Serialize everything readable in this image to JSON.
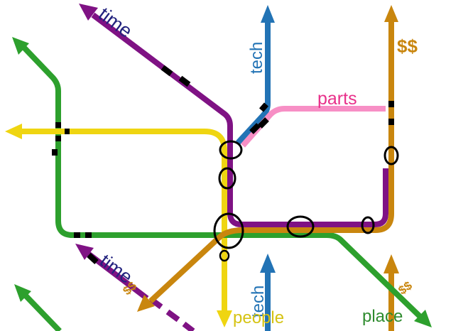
{
  "diagram": {
    "type": "metro-map-metaphor",
    "background": "#FFFFFF",
    "station_color": "#000000",
    "lines": [
      {
        "id": "time",
        "label": "time",
        "color": "#7F1284",
        "label_color": "#22227E",
        "style": "partly-dashed"
      },
      {
        "id": "tech",
        "label": "tech",
        "color": "#2273B5",
        "label_color": "#2273B5",
        "style": "solid"
      },
      {
        "id": "money",
        "label": "$$",
        "color": "#C9860E",
        "label_color": "#C9860E",
        "style": "solid"
      },
      {
        "id": "parts",
        "label": "parts",
        "color": "#F78FC5",
        "label_color": "#E8308A",
        "style": "solid"
      },
      {
        "id": "people",
        "label": "people",
        "color": "#EFD511",
        "label_color": "#D5C313",
        "style": "solid"
      },
      {
        "id": "place",
        "label": "place",
        "color": "#2DA02D",
        "label_color": "#2E8B2E",
        "style": "solid"
      }
    ]
  }
}
